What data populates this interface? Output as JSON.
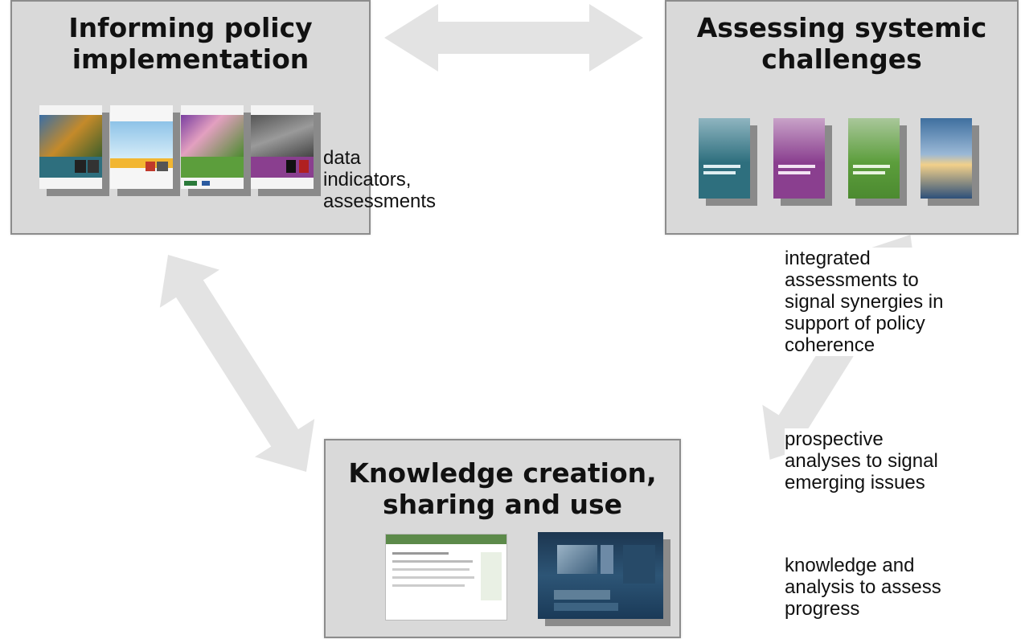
{
  "boxes": {
    "informing": {
      "title": "Informing policy implementation"
    },
    "assessing": {
      "title": "Assessing systemic challenges"
    },
    "knowledge": {
      "title": "Knowledge creation, sharing and use"
    }
  },
  "notes": {
    "informing": "data\nindicators,\nassessments",
    "assessing_1": "integrated\nassessments to\nsignal synergies  in\nsupport of policy\ncoherence",
    "assessing_2": "prospective\nanalyses to signal\nemerging issues",
    "assessing_3": "knowledge and\nanalysis to assess\nprogress"
  },
  "colors": {
    "box_fill": "#d9d9d9",
    "box_border": "#8c8c8c",
    "arrow_fill": "#e3e3e3",
    "cover_teal": "#2e6f7e",
    "cover_yellow": "#f2b632",
    "cover_green": "#5c9e3c",
    "cover_purple": "#8a3f8f"
  }
}
